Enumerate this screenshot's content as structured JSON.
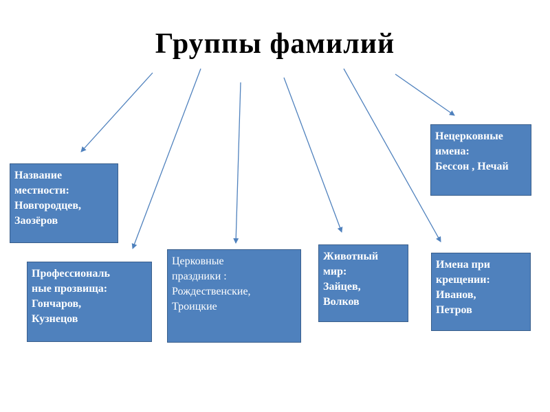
{
  "title": "Группы фамилий",
  "colors": {
    "box_fill": "#4f81bd",
    "box_border": "#385d8a",
    "box_text": "#ffffff",
    "arrow": "#4f81bd"
  },
  "nodes": [
    {
      "id": "location",
      "lines": [
        "Название",
        "местности:",
        "Новгородцев,",
        "Заозёров"
      ]
    },
    {
      "id": "profession",
      "lines": [
        "Профессиональ",
        "ные прозвища:",
        "Гончаров,",
        "Кузнецов"
      ]
    },
    {
      "id": "church",
      "lines": [
        "Церковные",
        "праздники :",
        "Рождественские,",
        "Троицкие"
      ]
    },
    {
      "id": "animal",
      "lines": [
        "Животный",
        "мир:",
        "Зайцев,",
        "Волков"
      ]
    },
    {
      "id": "baptism",
      "lines": [
        "Имена при",
        "крещении:",
        "Иванов,",
        "Петров"
      ]
    },
    {
      "id": "noncanon",
      "lines": [
        "Нецерковные",
        "имена:",
        "Бессон ,  Нечай"
      ]
    }
  ]
}
